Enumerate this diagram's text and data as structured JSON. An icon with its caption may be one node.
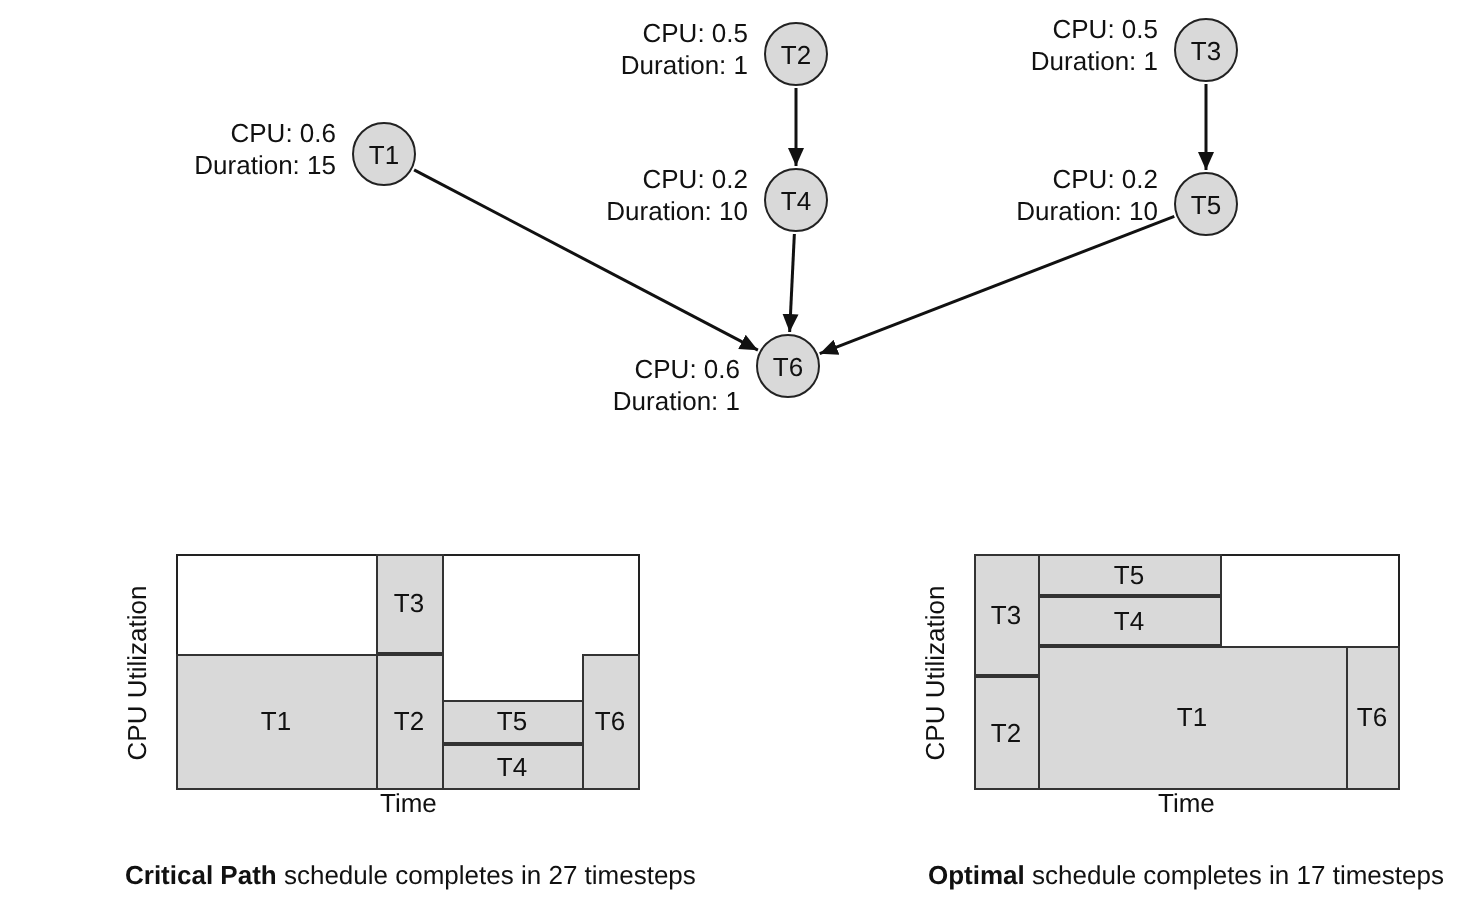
{
  "diagram": {
    "nodes": [
      {
        "text": [
          "T1"
        ],
        "beside": [
          "CPU: 0.6 Duration: 15"
        ]
      },
      {
        "text": [
          "T2"
        ],
        "beside": [
          "CPU: 0.5 Duration: 1"
        ]
      },
      {
        "text": [
          "T3"
        ],
        "beside": [
          "CPU: 0.5 Duration: 1"
        ]
      },
      {
        "text": [
          "T4"
        ],
        "beside": [
          "CPU: 0.2 Duration: 10"
        ]
      },
      {
        "text": [
          "T5"
        ],
        "beside": [
          "CPU: 0.2 Duration: 10"
        ]
      },
      {
        "text": [
          "T6"
        ],
        "beside": [
          "CPU: 0.6 Duration: 1"
        ]
      },
      {
        "text": [],
        "shape": "box"
      },
      {
        "text": [
          "T1"
        ],
        "in": 6
      },
      {
        "text": [
          "T3"
        ],
        "in": 6
      },
      {
        "text": [
          "T2"
        ],
        "in": 6
      },
      {
        "text": [
          "T5"
        ],
        "in": 6
      },
      {
        "text": [
          "T4"
        ],
        "in": 6
      },
      {
        "text": [
          "T6"
        ],
        "in": 6
      },
      {
        "text": [],
        "shape": "box"
      },
      {
        "text": [
          "T5"
        ],
        "in": 13
      },
      {
        "text": [
          "T3"
        ],
        "in": 13
      },
      {
        "text": [
          "T4"
        ],
        "in": 13
      },
      {
        "text": [
          "T2"
        ],
        "in": 13
      },
      {
        "text": [
          "T1"
        ],
        "in": 13
      },
      {
        "text": [
          "T6"
        ],
        "in": 13
      }
    ],
    "edges": [
      {
        "from": 1,
        "to": 3,
        "arrow": "to"
      },
      {
        "from": 2,
        "to": 4,
        "arrow": "to"
      },
      {
        "from": 0,
        "to": 5,
        "arrow": "to"
      },
      {
        "from": 3,
        "to": 5,
        "arrow": "to"
      },
      {
        "from": 4,
        "to": 5,
        "arrow": "to"
      }
    ],
    "labels": [
      "CPU Utilization",
      "Time",
      "**Critical Path** schedule completes in 27 timesteps",
      "CPU Utilization",
      "Time",
      "**Optimal** schedule completes in 17 timesteps"
    ]
  }
}
